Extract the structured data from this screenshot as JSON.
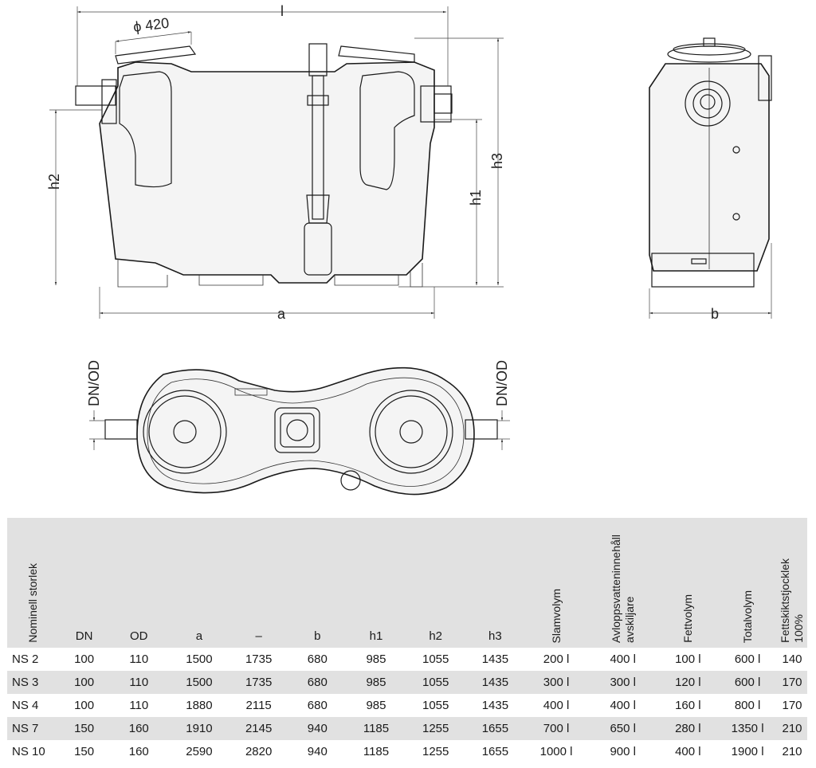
{
  "drawing": {
    "front_view": {
      "dim_l": "l",
      "dim_a": "a",
      "dim_h1": "h1",
      "dim_h2": "h2",
      "dim_h3": "h3",
      "diameter_label": "ϕ 420"
    },
    "side_view": {
      "dim_b": "b"
    },
    "top_view": {
      "dn_od_left": "DN/OD",
      "dn_od_right": "DN/OD"
    }
  },
  "table": {
    "headers": {
      "size": "Nominell storlek",
      "dn": "DN",
      "od": "OD",
      "a": "a",
      "l": "–",
      "b": "b",
      "h1": "h1",
      "h2": "h2",
      "h3": "h3",
      "sludge": "Slamvolym",
      "content": "Avloppsvatteninnehåll\navskiljare",
      "fat": "Fettvolym",
      "total": "Totalvolym",
      "fat_layer": "Fettskiktstjocklek\n100%"
    },
    "rows": [
      [
        "NS 2",
        "100",
        "110",
        "1500",
        "1735",
        "680",
        "985",
        "1055",
        "1435",
        "200 l",
        "400 l",
        "100 l",
        "600 l",
        "140"
      ],
      [
        "NS 3",
        "100",
        "110",
        "1500",
        "1735",
        "680",
        "985",
        "1055",
        "1435",
        "300 l",
        "300 l",
        "120 l",
        "600 l",
        "170"
      ],
      [
        "NS 4",
        "100",
        "110",
        "1880",
        "2115",
        "680",
        "985",
        "1055",
        "1435",
        "400 l",
        "400 l",
        "160 l",
        "800 l",
        "170"
      ],
      [
        "NS 7",
        "150",
        "160",
        "1910",
        "2145",
        "940",
        "1185",
        "1255",
        "1655",
        "700 l",
        "650 l",
        "280 l",
        "1350 l",
        "210"
      ],
      [
        "NS 10",
        "150",
        "160",
        "2590",
        "2820",
        "940",
        "1185",
        "1255",
        "1655",
        "1000 l",
        "900 l",
        "400 l",
        "1900 l",
        "210"
      ]
    ]
  }
}
